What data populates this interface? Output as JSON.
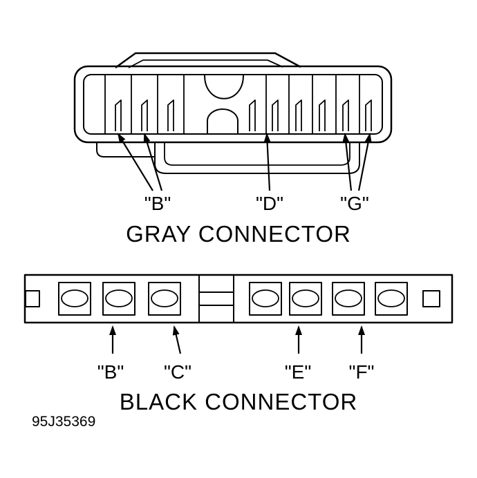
{
  "colors": {
    "line": "#000000",
    "background": "#ffffff"
  },
  "gray_connector": {
    "title": "GRAY CONNECTOR",
    "pins": [
      {
        "label": "\"B\""
      },
      {
        "label": "\"D\""
      },
      {
        "label": "\"G\""
      }
    ]
  },
  "black_connector": {
    "title": "BLACK CONNECTOR",
    "pins": [
      {
        "label": "\"B\""
      },
      {
        "label": "\"C\""
      },
      {
        "label": "\"E\""
      },
      {
        "label": "\"F\""
      }
    ]
  },
  "figure": {
    "code": "95J35369"
  }
}
